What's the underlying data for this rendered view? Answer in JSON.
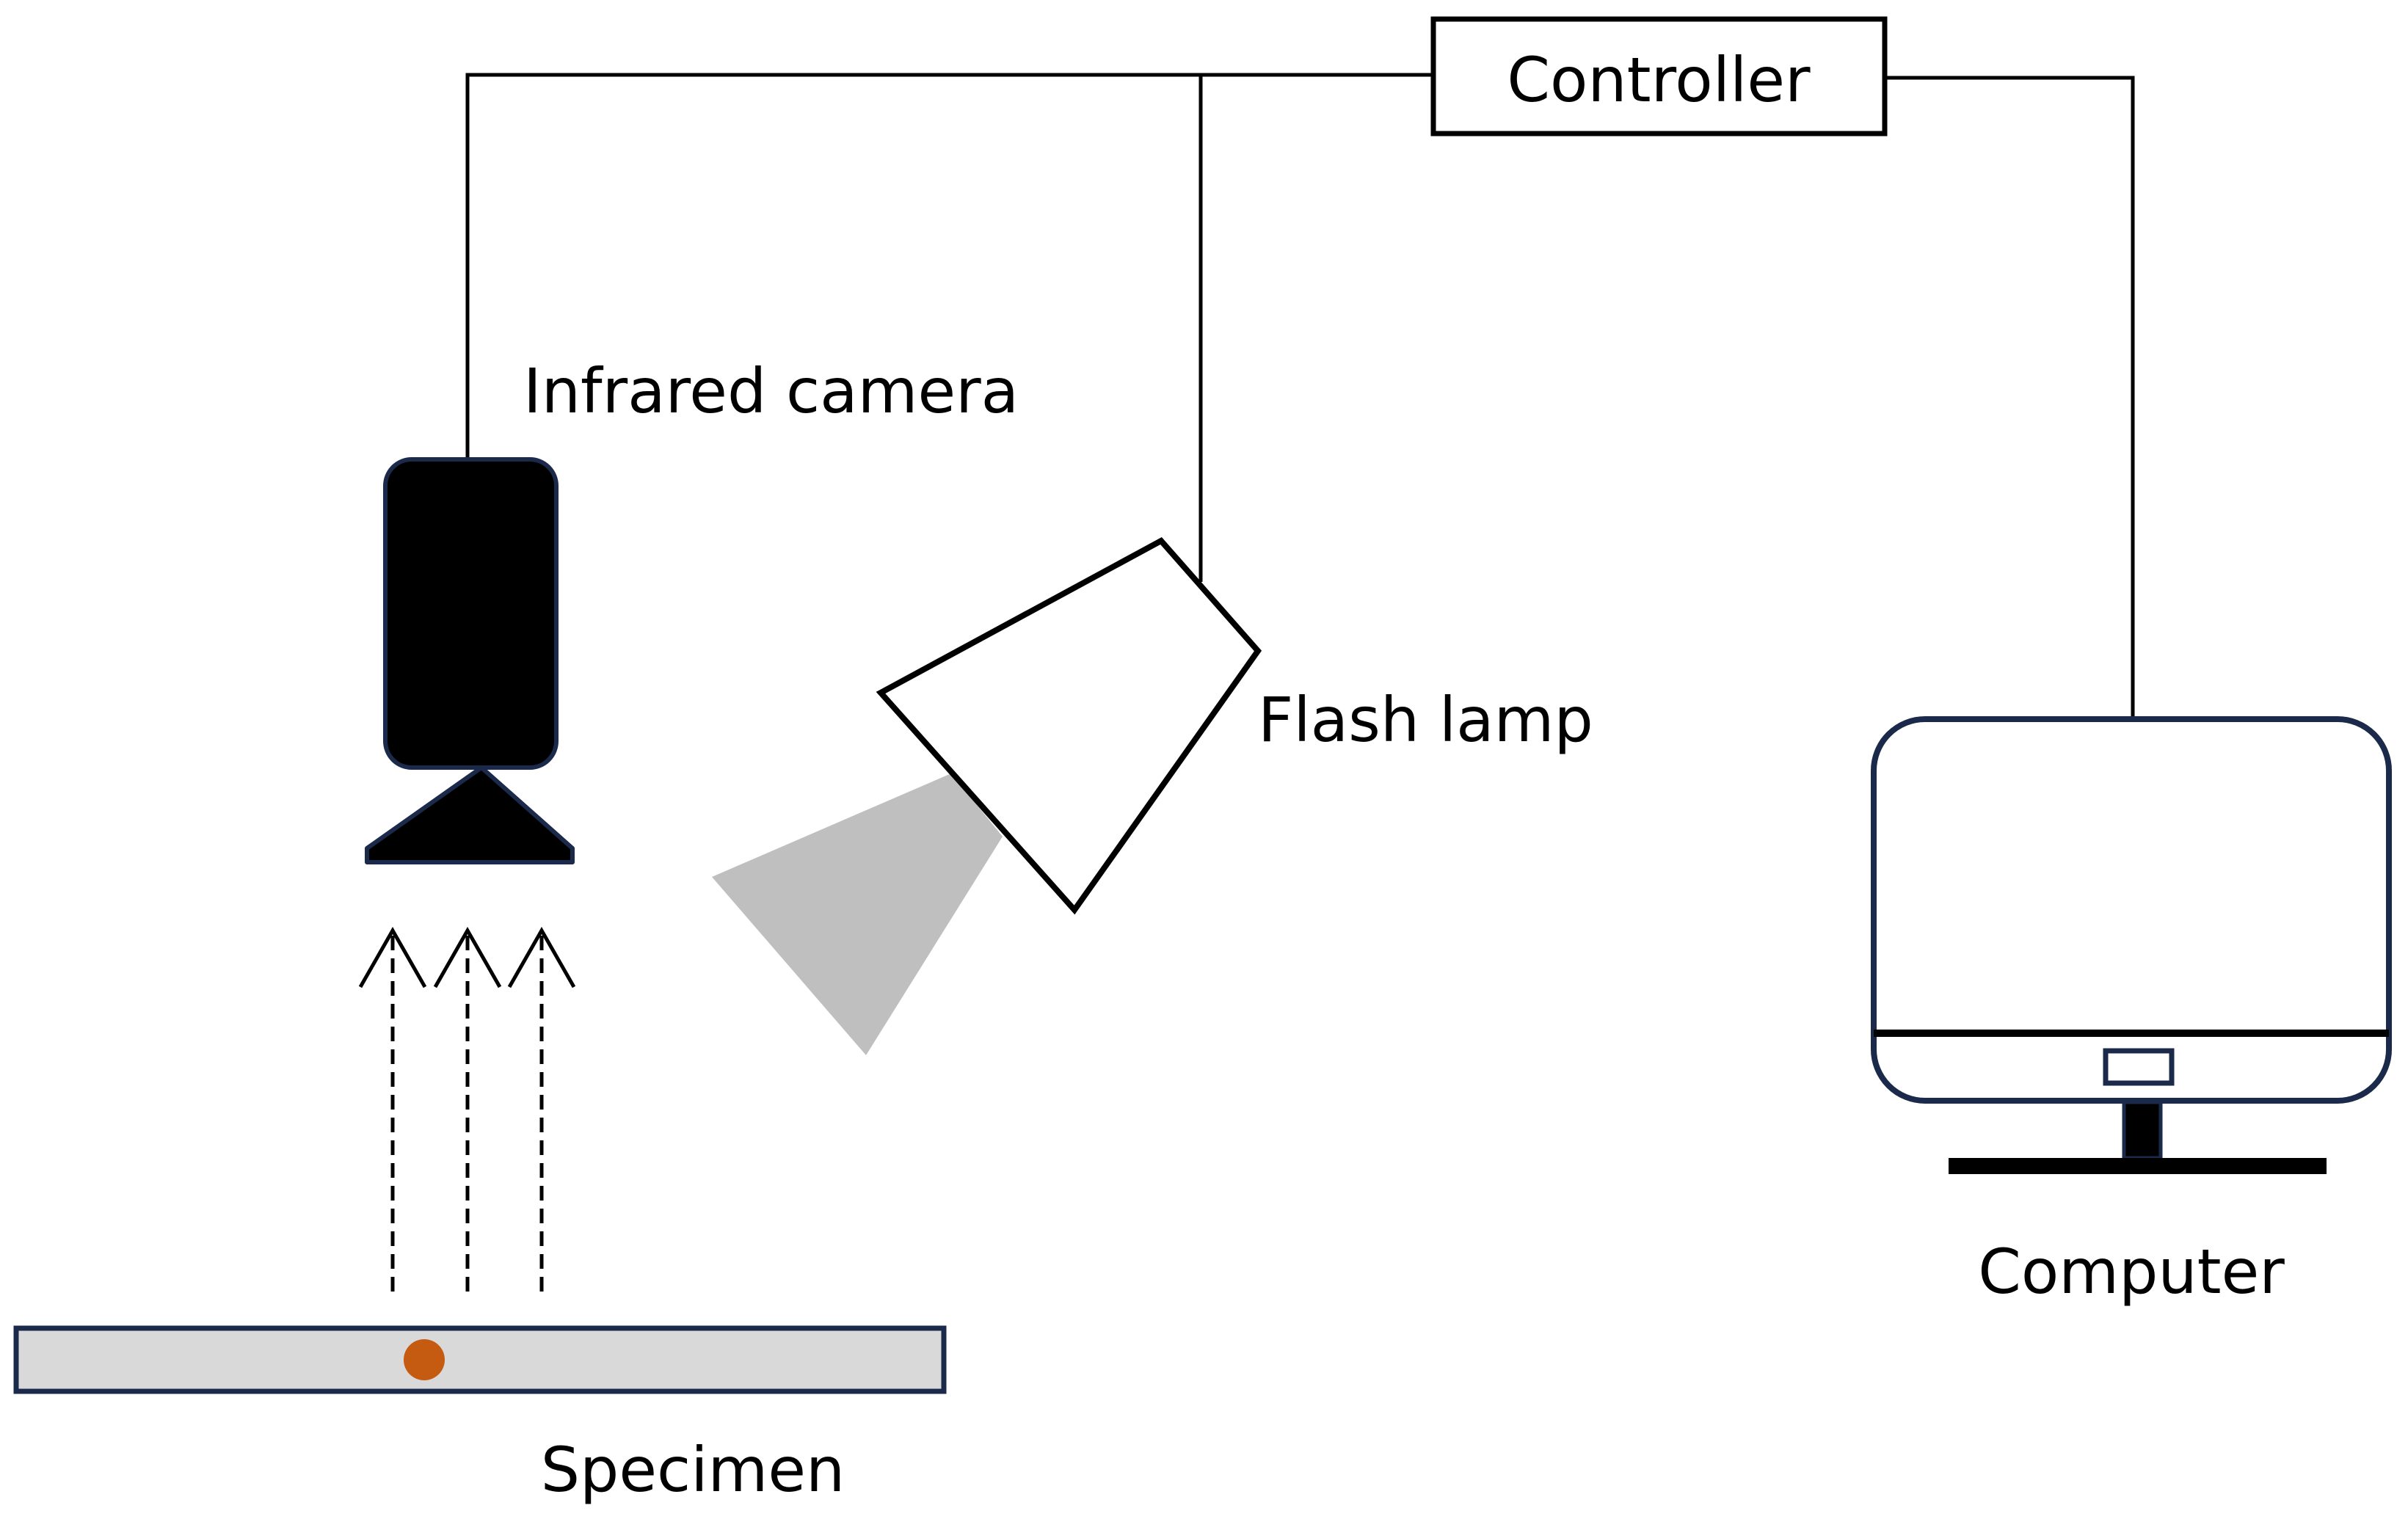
{
  "labels": {
    "controller": "Controller",
    "camera": "Infrared camera",
    "flash_lamp": "Flash lamp",
    "computer": "Computer",
    "specimen": "Specimen"
  },
  "colors": {
    "line": "#000000",
    "outline_navy": "#1b2a4a",
    "specimen_fill": "#d9d9d9",
    "defect": "#c55a11",
    "flash_beam": "#bfbfbf"
  }
}
